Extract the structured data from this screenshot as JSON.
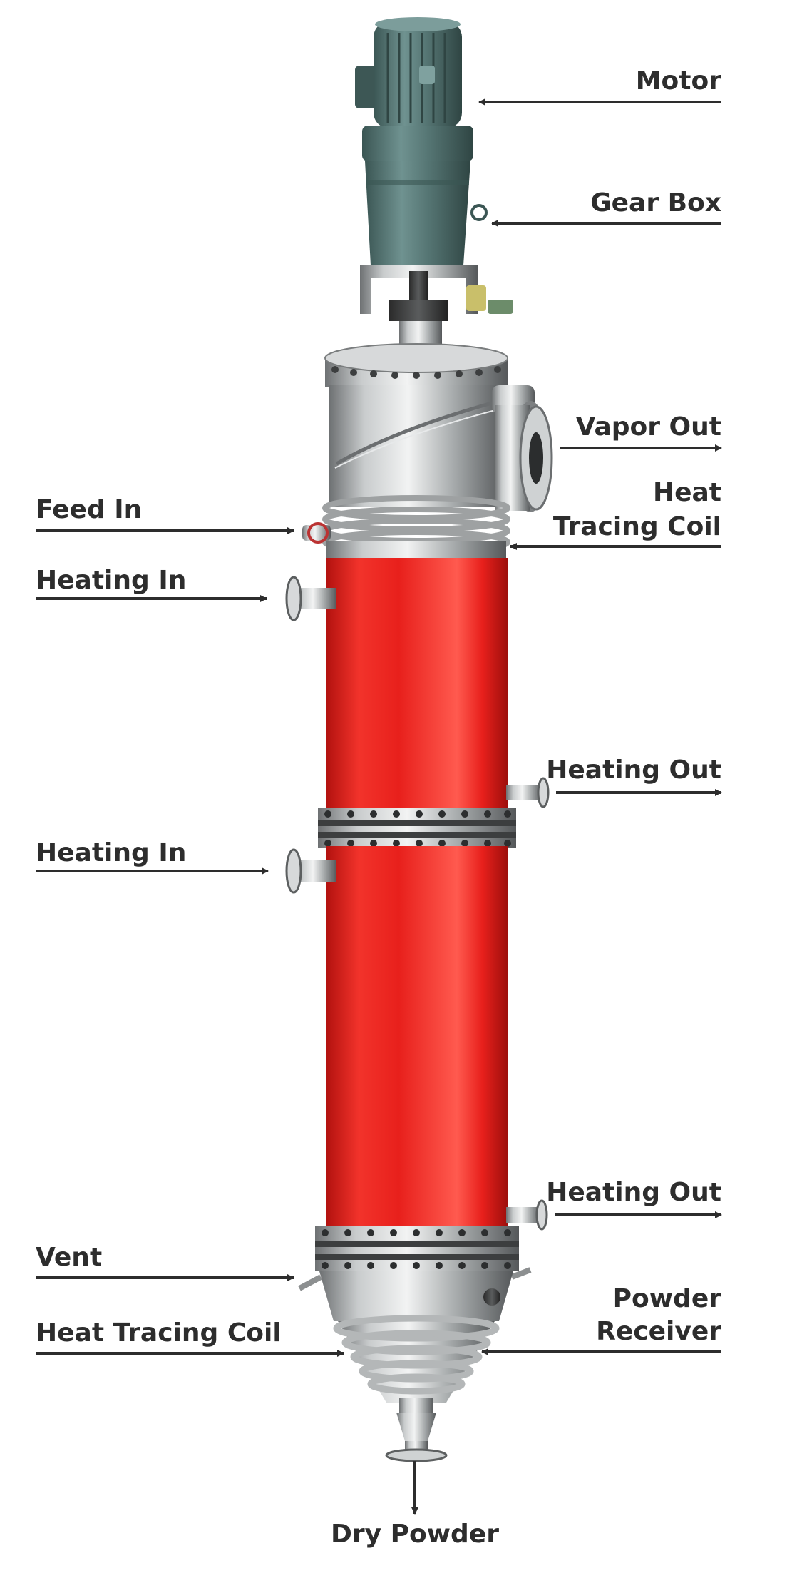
{
  "labels": {
    "motor": "Motor",
    "gear_box": "Gear Box",
    "vapor_out": "Vapor Out",
    "heat_tracing_coil_top_line1": "Heat",
    "heat_tracing_coil_top_line2": "Tracing Coil",
    "feed_in": "Feed In",
    "heating_in_upper": "Heating In",
    "heating_out_upper": "Heating Out",
    "heating_in_lower": "Heating In",
    "heating_out_lower": "Heating Out",
    "vent": "Vent",
    "powder_receiver_line1": "Powder",
    "powder_receiver_line2": "Receiver",
    "heat_tracing_coil_bottom": "Heat Tracing Coil",
    "dry_powder": "Dry Powder"
  },
  "colors": {
    "jacket": "#e8201c",
    "steel": "#bfc3c6",
    "motor": "#4e6f6d",
    "text": "#2d2d2d"
  }
}
